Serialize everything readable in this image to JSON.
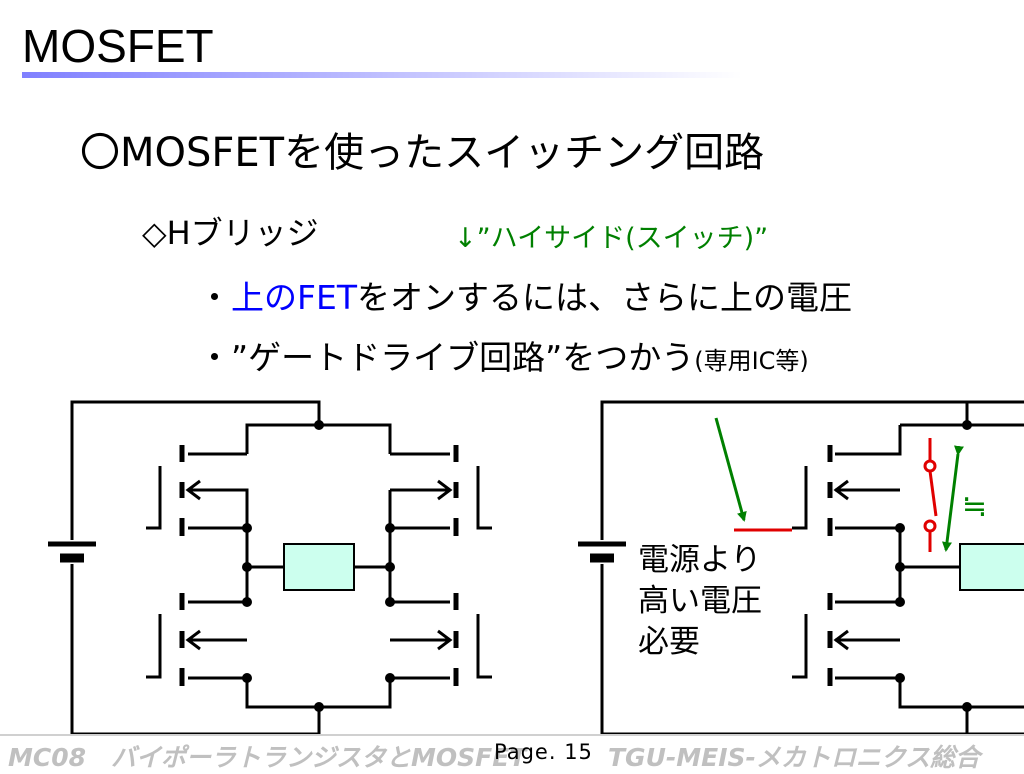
{
  "slide": {
    "title": "MOSFET",
    "heading": "〇MOSFETを使ったスイッチング回路",
    "subheading": "◇Hブリッジ",
    "high_side_note": "↓”ハイサイド(スイッチ)”",
    "bullet1": {
      "marker": "・",
      "highlight": "上のFET",
      "rest": "をオンするには、さらに上の電圧"
    },
    "bullet2": {
      "marker": "・",
      "main": "”ゲートドライブ回路”をつかう",
      "small": "(専用IC等)"
    },
    "approx_symbol": "≒",
    "voltage_note": [
      "電源より",
      "高い電圧",
      "必要"
    ]
  },
  "footer": {
    "left": "MC08　バイポーラトランジスタとMOSFET",
    "page": "Page. 15",
    "right": "TGU-MEIS-メカトロニクス総合"
  },
  "colors": {
    "blue_text": "#0000ff",
    "green_annotation": "#008000",
    "red_annotation": "#e00000",
    "load_fill": "#ccffee",
    "title_rule": "#8080ff",
    "footer_text": "#c0c0c0"
  }
}
